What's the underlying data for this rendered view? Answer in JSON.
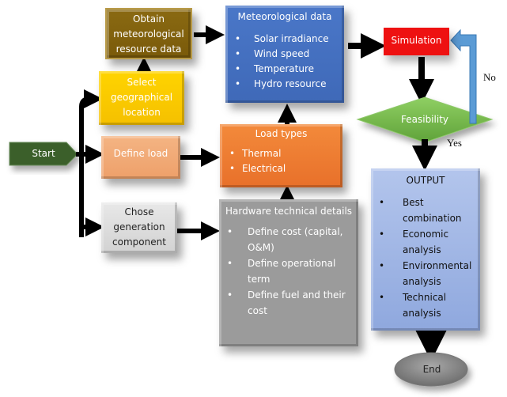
{
  "diagram": {
    "start": "Start",
    "end": "End",
    "obtain": "Obtain meteorological resource data",
    "select": "Select geographical location",
    "define_load": "Define load",
    "chose": "Chose generation component",
    "meteo": {
      "title": "Meteorological data",
      "items": [
        "Solar irradiance",
        "Wind speed",
        "Temperature",
        "Hydro resource"
      ]
    },
    "load_types": {
      "title": "Load types",
      "items": [
        "Thermal",
        "Electrical"
      ]
    },
    "hardware": {
      "title": "Hardware technical details",
      "items": [
        "Define cost (capital, O&M)",
        "Define operational term",
        "Define fuel and their cost"
      ]
    },
    "simulation": "Simulation",
    "feasibility": "Feasibility",
    "yes": "Yes",
    "no": "No",
    "output": {
      "title": "OUTPUT",
      "items": [
        "Best combination",
        "Economic analysis",
        "Environmental analysis",
        "Technical analysis"
      ]
    },
    "colors": {
      "start": "#3b5e2b",
      "obtain": "#7f5f0d",
      "select": "#ffcc00",
      "meteo": "#4472c4",
      "simulation": "#ff0000",
      "feasibility": "#70ad47",
      "define_load": "#f4b183",
      "load_types": "#ed7d31",
      "chose": "#d9d9d9",
      "hardware": "#a5a5a5",
      "output": "#a4b8e8",
      "end": "#8c8c8c",
      "no_loop": "#5b9bd5"
    }
  }
}
